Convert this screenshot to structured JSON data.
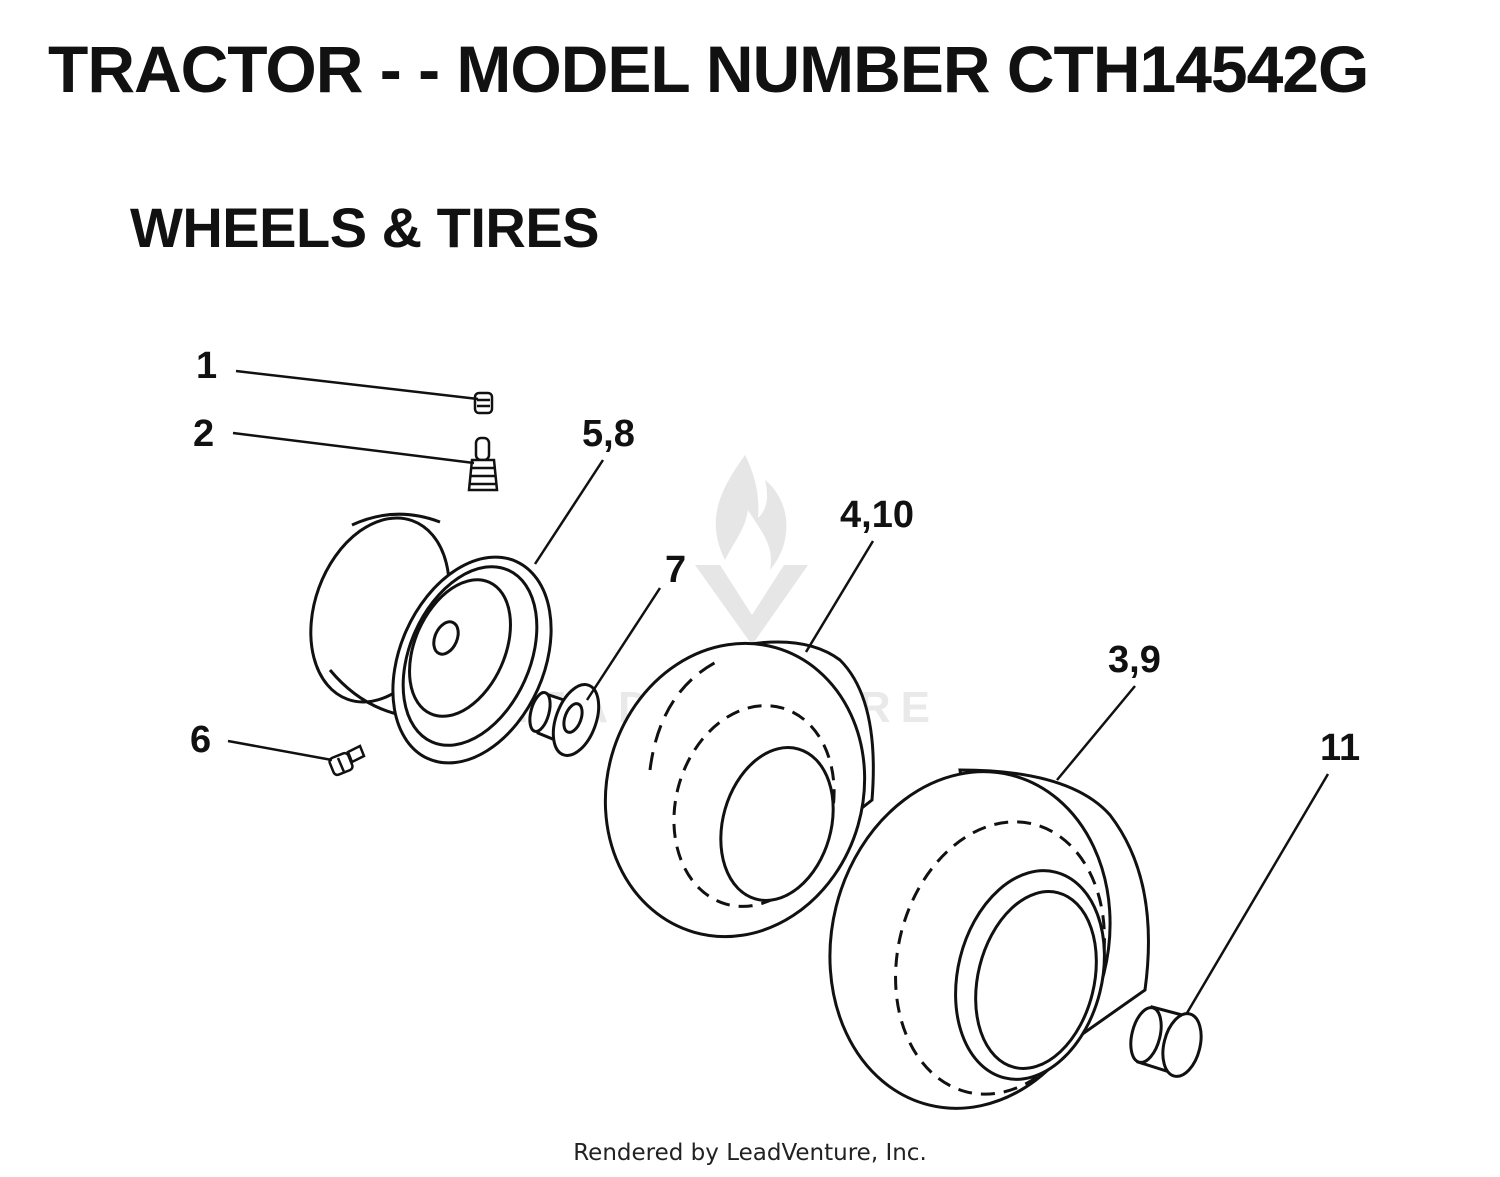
{
  "title": "TRACTOR - - MODEL NUMBER CTH14542G",
  "subtitle": "WHEELS & TIRES",
  "callouts": [
    "1",
    "2",
    "5,8",
    "7",
    "4,10",
    "3,9",
    "6",
    "11"
  ],
  "watermark": "LEADVENTURE",
  "footer": "Rendered by LeadVenture, Inc."
}
